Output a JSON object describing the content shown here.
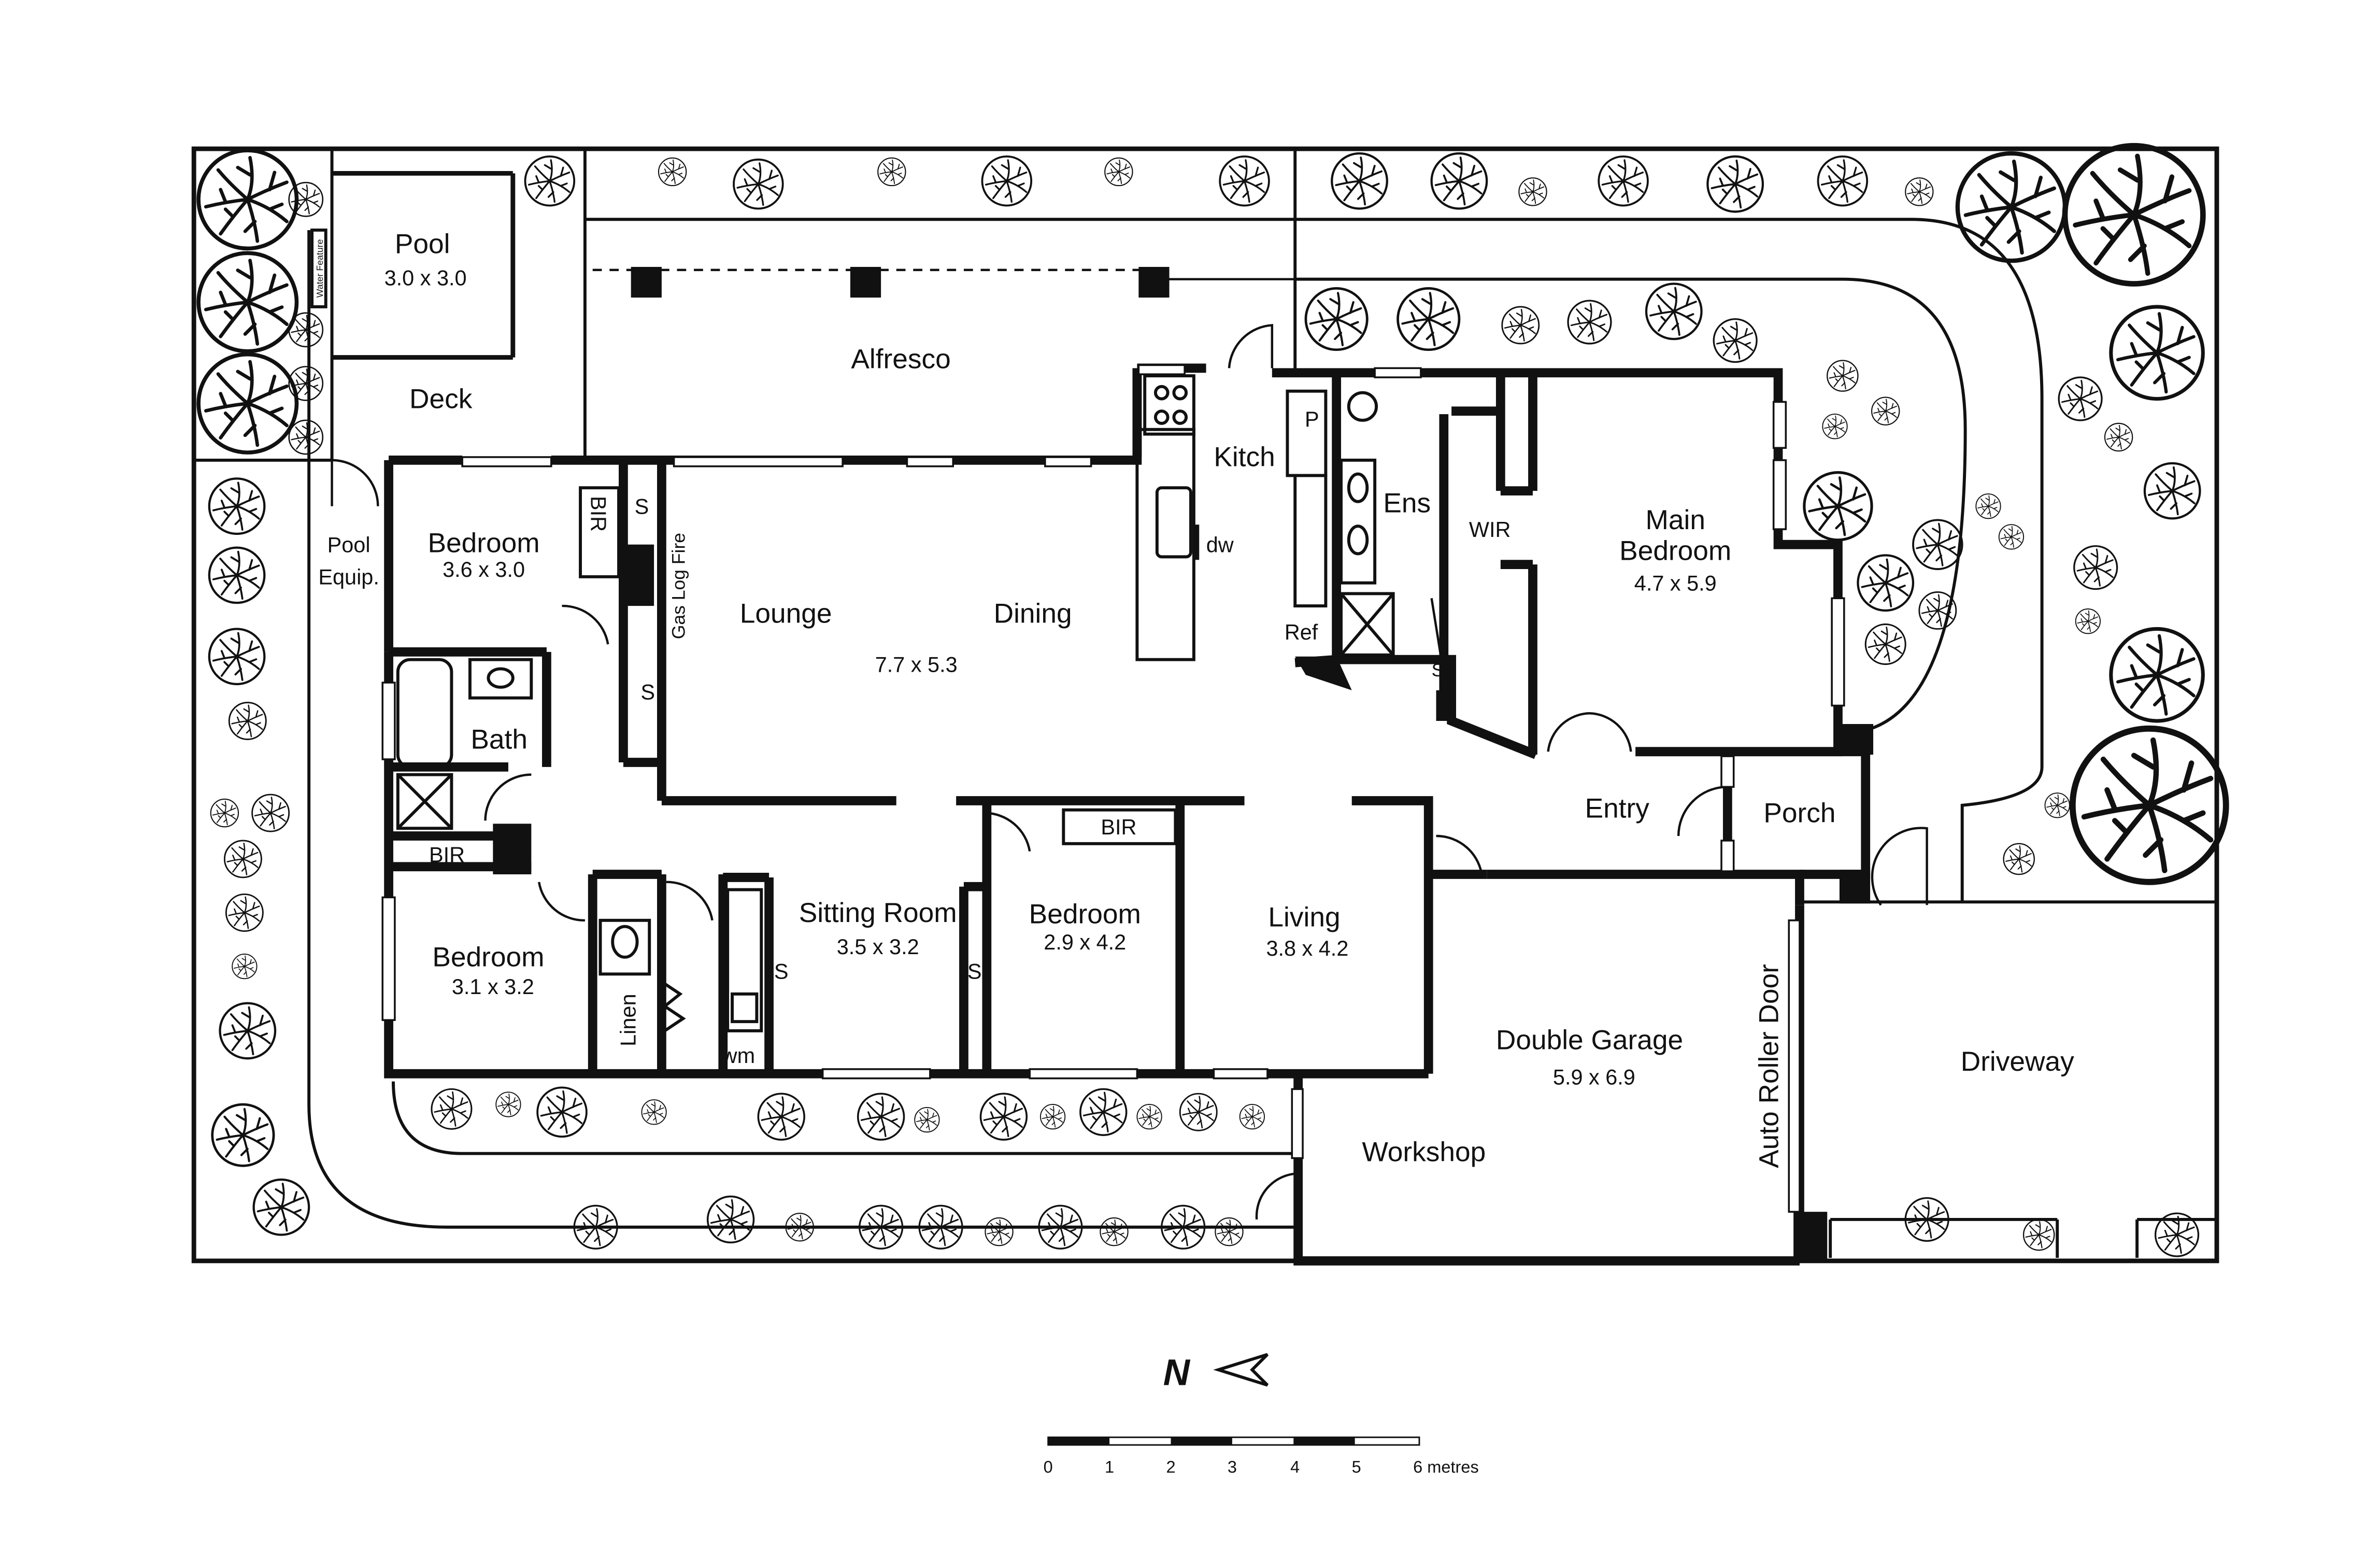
{
  "rooms": {
    "pool": {
      "name": "Pool",
      "dim": "3.0 x 3.0"
    },
    "deck": {
      "name": "Deck"
    },
    "water_feature": {
      "name": "Water Feature"
    },
    "alfresco": {
      "name": "Alfresco"
    },
    "pool_equip": {
      "line1": "Pool",
      "line2": "Equip."
    },
    "bedroom_nw": {
      "name": "Bedroom",
      "dim": "3.6 x 3.0"
    },
    "bir_nw": {
      "name": "BIR"
    },
    "storage_1": {
      "name": "S"
    },
    "gas_log_fire": {
      "name": "Gas Log Fire"
    },
    "storage_2": {
      "name": "S"
    },
    "lounge": {
      "name": "Lounge"
    },
    "dining": {
      "name": "Dining"
    },
    "lounge_dining_dim": {
      "dim": "7.7 x 5.3"
    },
    "kitchen": {
      "name": "Kitch"
    },
    "dishwasher": {
      "name": "dw"
    },
    "pantry": {
      "name": "P"
    },
    "ref": {
      "name": "Ref"
    },
    "ensuite": {
      "name": "Ens"
    },
    "storage_ens": {
      "name": "S"
    },
    "wir": {
      "name": "WIR"
    },
    "main_bedroom": {
      "line1": "Main",
      "line2": "Bedroom",
      "dim": "4.7 x 5.9"
    },
    "bath": {
      "name": "Bath"
    },
    "bir_sw": {
      "name": "BIR"
    },
    "bedroom_sw": {
      "name": "Bedroom",
      "dim": "3.1 x 3.2"
    },
    "linen": {
      "name": "Linen"
    },
    "wm": {
      "name": "wm"
    },
    "storage_3": {
      "name": "S"
    },
    "storage_4": {
      "name": "S"
    },
    "sitting_room": {
      "name": "Sitting Room",
      "dim": "3.5 x 3.2"
    },
    "bedroom_s": {
      "name": "Bedroom",
      "dim": "2.9 x 4.2"
    },
    "bir_s": {
      "name": "BIR"
    },
    "living": {
      "name": "Living",
      "dim": "3.8 x 4.2"
    },
    "entry": {
      "name": "Entry"
    },
    "porch": {
      "name": "Porch"
    },
    "double_garage": {
      "name": "Double Garage",
      "dim": "5.9 x 6.9"
    },
    "workshop": {
      "name": "Workshop"
    },
    "auto_roller_door": {
      "name": "Auto Roller Door"
    },
    "driveway": {
      "name": "Driveway"
    }
  },
  "compass": {
    "label": "N"
  },
  "scale": {
    "ticks": [
      "0",
      "1",
      "2",
      "3",
      "4",
      "5",
      "6 metres"
    ]
  },
  "colors": {
    "ink": "#111111",
    "background": "#ffffff"
  }
}
